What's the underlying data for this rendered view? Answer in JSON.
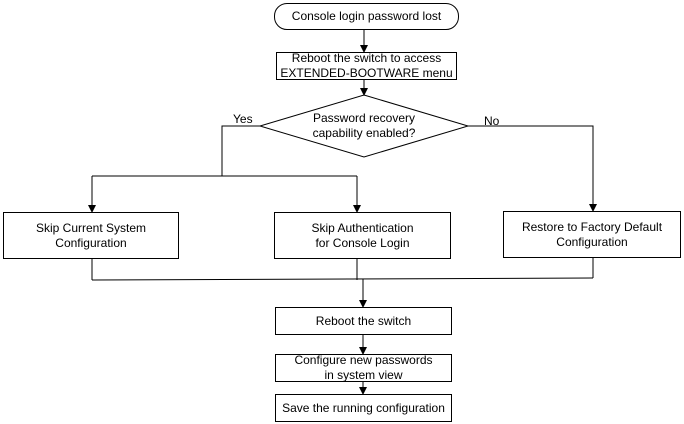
{
  "diagram": {
    "start": {
      "label": "Console login password lost"
    },
    "reboot_access": {
      "label": "Reboot the switch to access\nEXTENDED-BOOTWARE menu"
    },
    "decision": {
      "label": "Password recovery\ncapability enabled?"
    },
    "yes_label": "Yes",
    "no_label": "No",
    "skip_config": {
      "label": "Skip Current System\nConfiguration"
    },
    "skip_auth": {
      "label": "Skip Authentication\nfor Console Login"
    },
    "restore_default": {
      "label": "Restore to Factory Default\nConfiguration"
    },
    "reboot_switch": {
      "label": "Reboot the switch"
    },
    "configure_passwords": {
      "label": "Configure new passwords\nin system view"
    },
    "save_config": {
      "label": "Save the running configuration"
    }
  }
}
